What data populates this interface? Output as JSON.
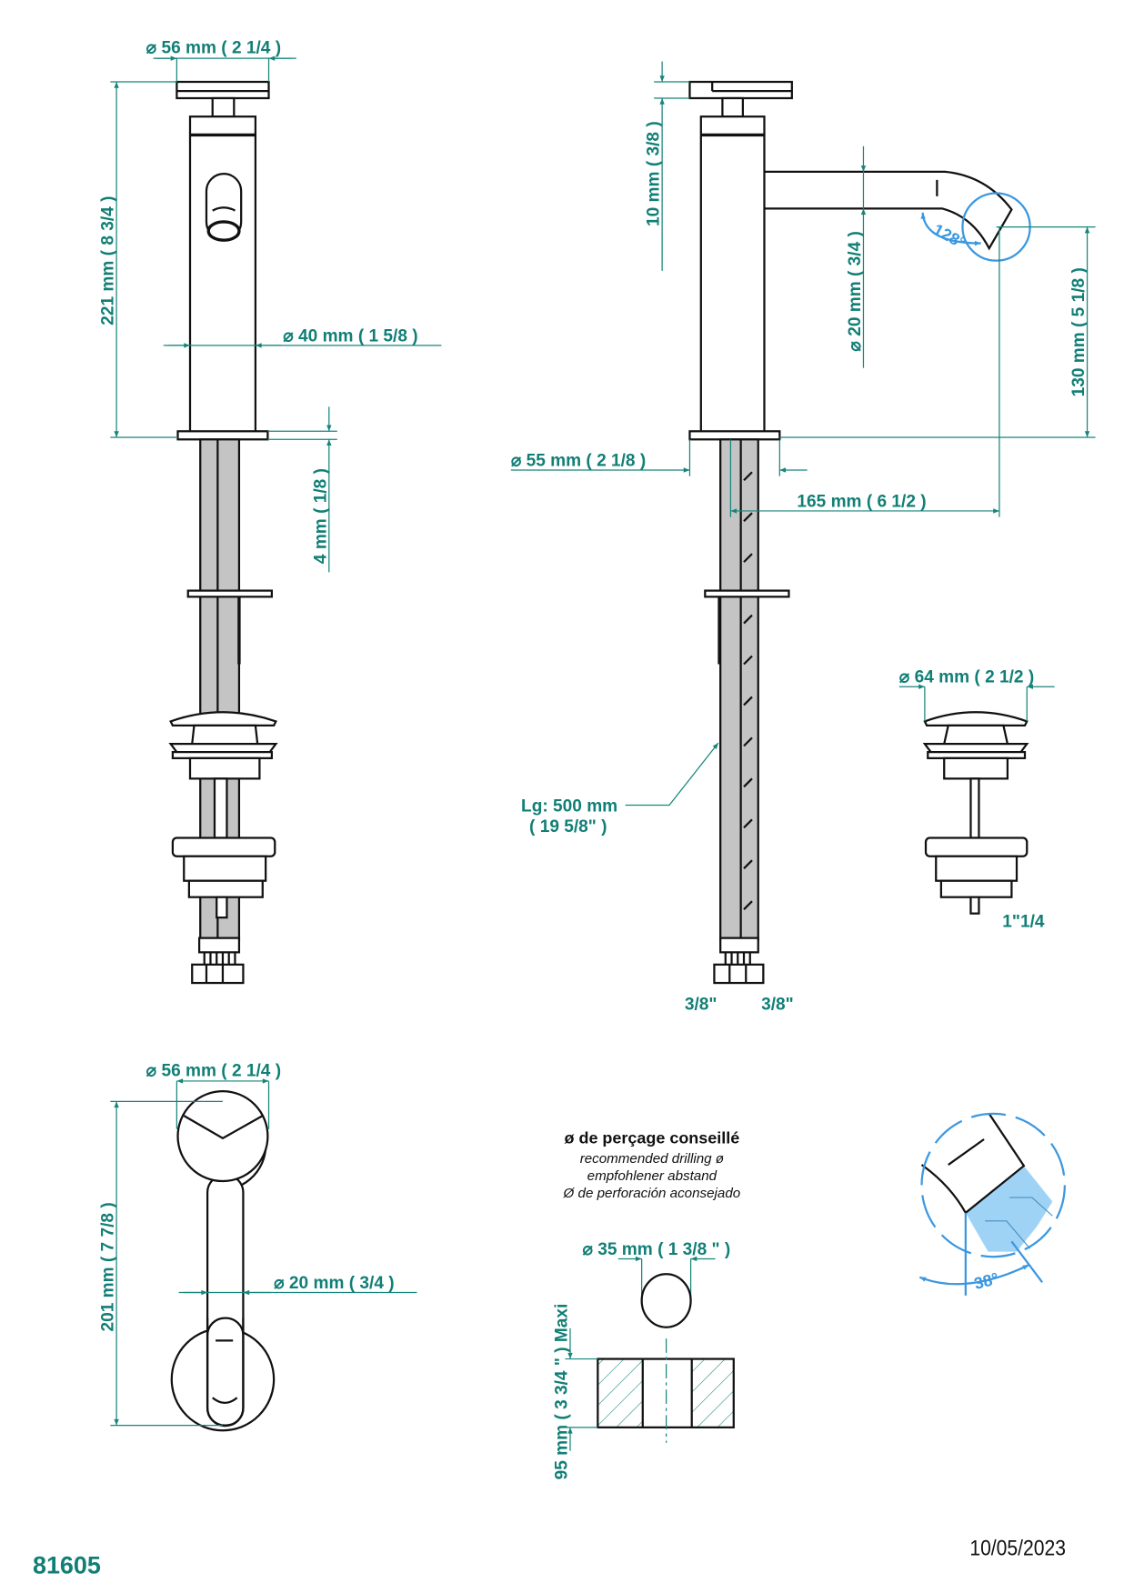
{
  "product_code": "81605",
  "date": "10/05/2023",
  "colors": {
    "dimension": "#117f76",
    "detail": "#3a97e0",
    "line": "#111111",
    "hose": "#c4c4c4"
  },
  "front_view": {
    "handle_diameter": "⌀ 56 mm ( 2 1/4 )",
    "height": "221 mm ( 8 3/4 )",
    "body_diameter": "⌀ 40 mm ( 1 5/8 )",
    "base_thickness": "4 mm ( 1/8 )"
  },
  "side_view": {
    "handle_thickness": "10 mm ( 3/8 )",
    "spout_diameter": "⌀ 20 mm ( 3/4 )",
    "spout_height": "130 mm ( 5 1/8 )",
    "base_diameter": "⌀ 55 mm ( 2 1/8 )",
    "spout_reach": "165 mm ( 6 1/2 )",
    "spout_angle": "128°",
    "hose_length_line1": "Lg: 500 mm",
    "hose_length_line2": "( 19 5/8\" )",
    "hose_left_thread": "3/8\"",
    "hose_right_thread": "3/8\""
  },
  "drain": {
    "diameter": "⌀ 64 mm ( 2 1/2 )",
    "thread": "1\"1/4"
  },
  "top_view": {
    "handle_diameter": "⌀ 56 mm ( 2 1/4 )",
    "length": "201 mm ( 7 7/8 )",
    "spout_diameter": "⌀ 20 mm ( 3/4 )"
  },
  "drilling": {
    "title": "ø de perçage conseillé",
    "subtitle_en": "recommended drilling ø",
    "subtitle_de": "empfohlener abstand",
    "subtitle_es": "Ø de perforación aconsejado",
    "hole_diameter": "⌀ 35 mm ( 1 3/8 \" )",
    "max_thickness": "95 mm ( 3 3/4 \" )  Maxi"
  },
  "detail": {
    "outlet_angle": "38°"
  }
}
